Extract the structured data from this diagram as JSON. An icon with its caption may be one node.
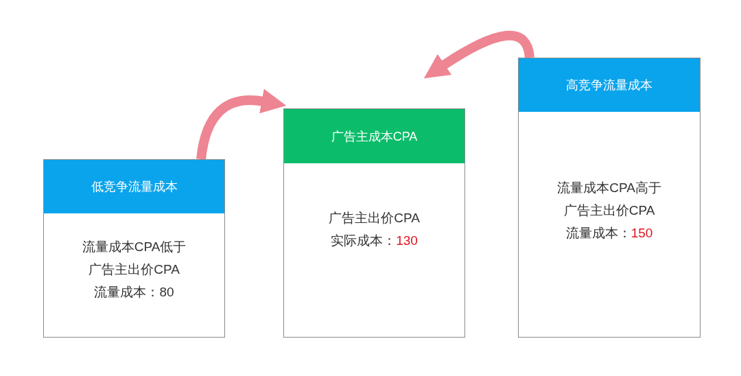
{
  "diagram": {
    "nodes": [
      {
        "text": [
          "低竞争流量成本",
          "流量成本CPA低于广告主出价CPA",
          "流量成本：",
          "80"
        ]
      },
      {
        "text": [
          "广告主成本CPA",
          "广告主出价CPA",
          "实际成本：",
          "130"
        ]
      },
      {
        "text": [
          "高竞争流量成本",
          "流量成本CPA高于广告主出价CPA",
          "流量成本：",
          "150"
        ]
      }
    ],
    "edges": [
      {
        "from": 0,
        "to": 1,
        "arrow": "to"
      },
      {
        "from": 2,
        "to": 1,
        "arrow": "to"
      }
    ]
  }
}
